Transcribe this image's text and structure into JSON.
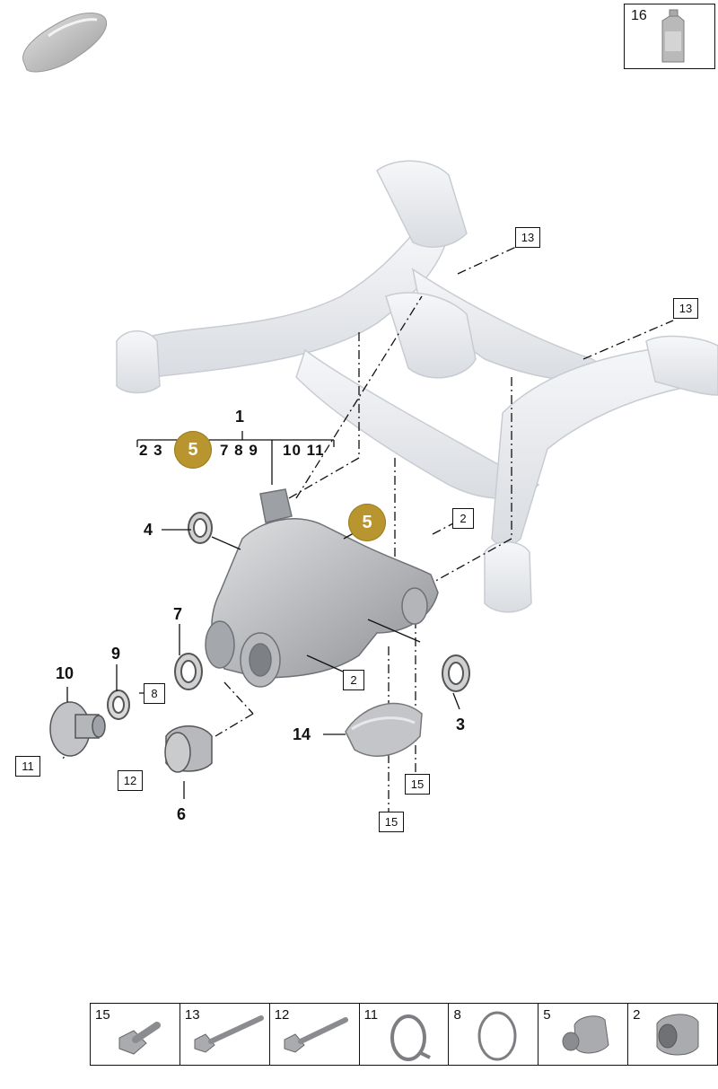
{
  "callouts": {
    "main": "1",
    "range": {
      "left": "2 3",
      "mid": "7 8 9",
      "right": "10 11"
    },
    "bubble": "5",
    "labels": {
      "n4": "4",
      "n7": "7",
      "n9": "9",
      "n10": "10",
      "n3": "3",
      "n14": "14",
      "n6": "6"
    },
    "boxed": {
      "b13a": "13",
      "b13b": "13",
      "b2a": "2",
      "b2b": "2",
      "b8": "8",
      "b11": "11",
      "b12": "12",
      "b15a": "15",
      "b15b": "15"
    }
  },
  "oil_box": {
    "num": "16"
  },
  "legend": [
    {
      "num": "15",
      "icon": "bolt-short-icon"
    },
    {
      "num": "13",
      "icon": "bolt-long-icon"
    },
    {
      "num": "12",
      "icon": "bolt-long-icon"
    },
    {
      "num": "11",
      "icon": "circlip-icon"
    },
    {
      "num": "8",
      "icon": "o-ring-icon"
    },
    {
      "num": "5",
      "icon": "plug-icon"
    },
    {
      "num": "2",
      "icon": "bushing-nut-icon"
    }
  ],
  "colors": {
    "bubble": "#b8952e",
    "part": "#c9cbcf",
    "frame": "#eceef1"
  }
}
